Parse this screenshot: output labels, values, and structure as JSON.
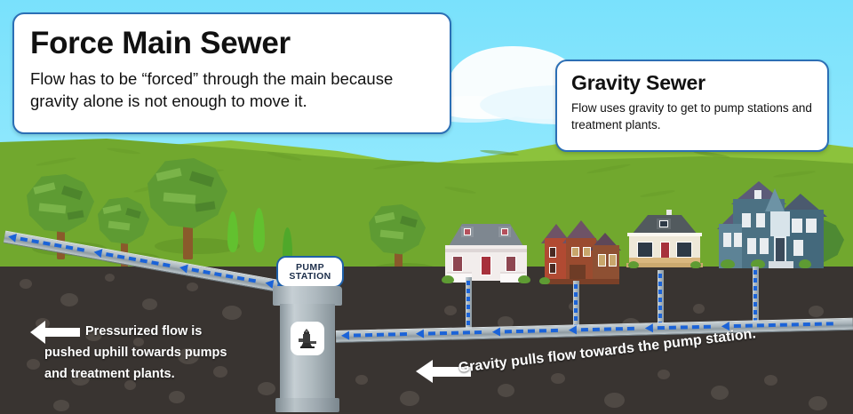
{
  "scene": {
    "title": "Force Main Sewer and Gravity Sewer diagram",
    "colors": {
      "sky": "#74DFFC",
      "cloud": "#FFFFFF",
      "hill_back": "#8CC23C",
      "hill_front": "#71A82E",
      "surface": "#E9EDEA",
      "soil": "#393431",
      "pipe": "#AEB9BF",
      "flow_arrow": "#1B63D8",
      "callout_border": "#2B6FB5",
      "label_text": "#FFFFFF"
    }
  },
  "callouts": {
    "force_main": {
      "title": "Force Main Sewer",
      "body": "Flow has to be “forced” through the main because gravity alone is not enough to move it."
    },
    "gravity": {
      "title": "Gravity Sewer",
      "body": "Flow uses gravity to get to pump stations and treatment plants."
    }
  },
  "pump_station": {
    "sign_line_1": "PUMP",
    "sign_line_2": "STATION",
    "icon": "submersible-pump-icon"
  },
  "ground_labels": {
    "force_main": {
      "line_1": "Pressurized flow is",
      "line_2": "pushed uphill towards pumps",
      "line_3": "and treatment plants.",
      "arrow": "left-arrow-icon"
    },
    "gravity": {
      "text": "Gravity pulls flow towards the pump station.",
      "arrow": "left-arrow-icon"
    }
  },
  "houses": [
    {
      "name": "house-1",
      "style": "white-ranch"
    },
    {
      "name": "house-2",
      "style": "red-brick-victorian"
    },
    {
      "name": "house-3",
      "style": "cream-bungalow"
    },
    {
      "name": "house-4",
      "style": "blue-two-story-colonial"
    }
  ],
  "trees": [
    {
      "name": "tree-1"
    },
    {
      "name": "tree-2"
    },
    {
      "name": "tree-3"
    },
    {
      "name": "tree-4"
    }
  ],
  "flow": {
    "force_main_direction": "left",
    "gravity_main_direction": "left",
    "lateral_direction": "down"
  }
}
